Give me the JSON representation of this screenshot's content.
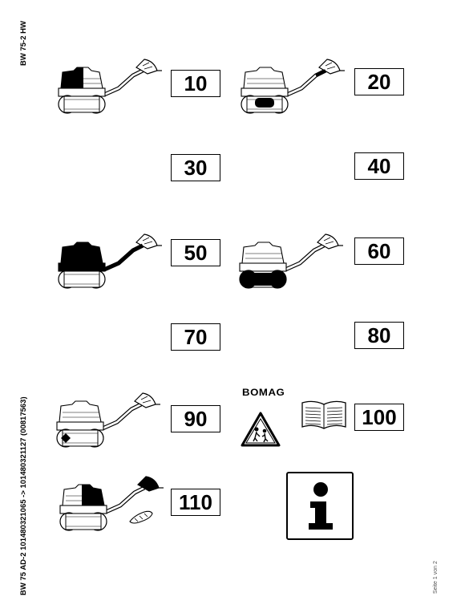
{
  "margin_top": "BW 75-2 HW",
  "margin_bottom": "BW 75 AD-2 101480321065 -> 101480321127 (00817563)",
  "page_label": "Seite 1 von 2",
  "logo_text": "BOMAG",
  "sections": [
    "10",
    "20",
    "30",
    "40",
    "50",
    "60",
    "70",
    "80",
    "90",
    "100",
    "110"
  ],
  "icons": {
    "manual": "open-book-icon",
    "warning": "warning-triangle-icon",
    "info": "info-icon"
  }
}
